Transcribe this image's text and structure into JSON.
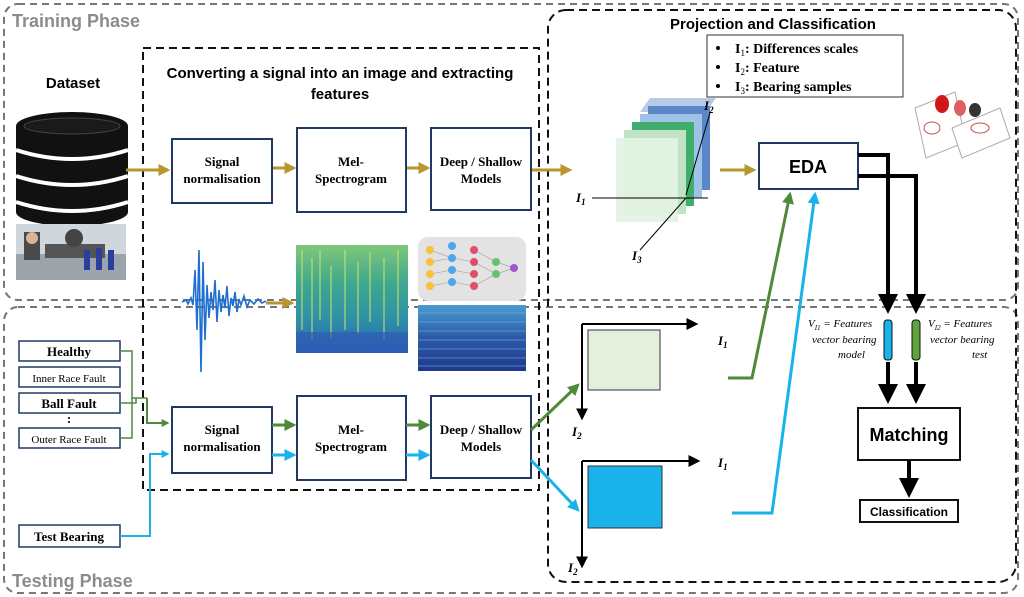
{
  "phases": {
    "training": "Training Phase",
    "testing": "Testing Phase"
  },
  "dataset": {
    "title": "Dataset"
  },
  "conversion": {
    "title_line1": "Converting a signal into an image and extracting",
    "title_line2": "features"
  },
  "blocks": {
    "signal_norm_l1": "Signal",
    "signal_norm_l2": "normalisation",
    "mel_l1": "Mel-",
    "mel_l2": "Spectrogram",
    "models_l1": "Deep / Shallow",
    "models_l2": "Models"
  },
  "projection": {
    "title": "Projection and Classification",
    "legend": [
      {
        "sym": "I",
        "sub": "1",
        "text": ": Differences  scales"
      },
      {
        "sym": "I",
        "sub": "2",
        "text": ": Feature"
      },
      {
        "sym": "I",
        "sub": "3",
        "text": ": Bearing samples"
      }
    ],
    "eda": "EDA",
    "axis_i": "I",
    "sub1": "1",
    "sub2": "2",
    "sub3": "3"
  },
  "vectors": {
    "model_sym": "V",
    "model_sub": "I1",
    "model_eq": " = Features",
    "model_l2": "vector bearing",
    "model_l3": "model",
    "test_sym": "V",
    "test_sub": "I2",
    "test_eq": " = Features",
    "test_l2": "vector bearing",
    "test_l3": "test"
  },
  "matching": "Matching",
  "classification": "Classification",
  "classes": {
    "healthy": "Healthy",
    "inner": "Inner Race Fault",
    "ball": "Ball Fault",
    "dots": ":",
    "outer": "Outer Race Fault"
  },
  "test_bearing": "Test Bearing",
  "colors": {
    "gold": "#b8962e",
    "green": "#4e8a3a",
    "cyan": "#1ab2ea",
    "dash": "#777777"
  }
}
